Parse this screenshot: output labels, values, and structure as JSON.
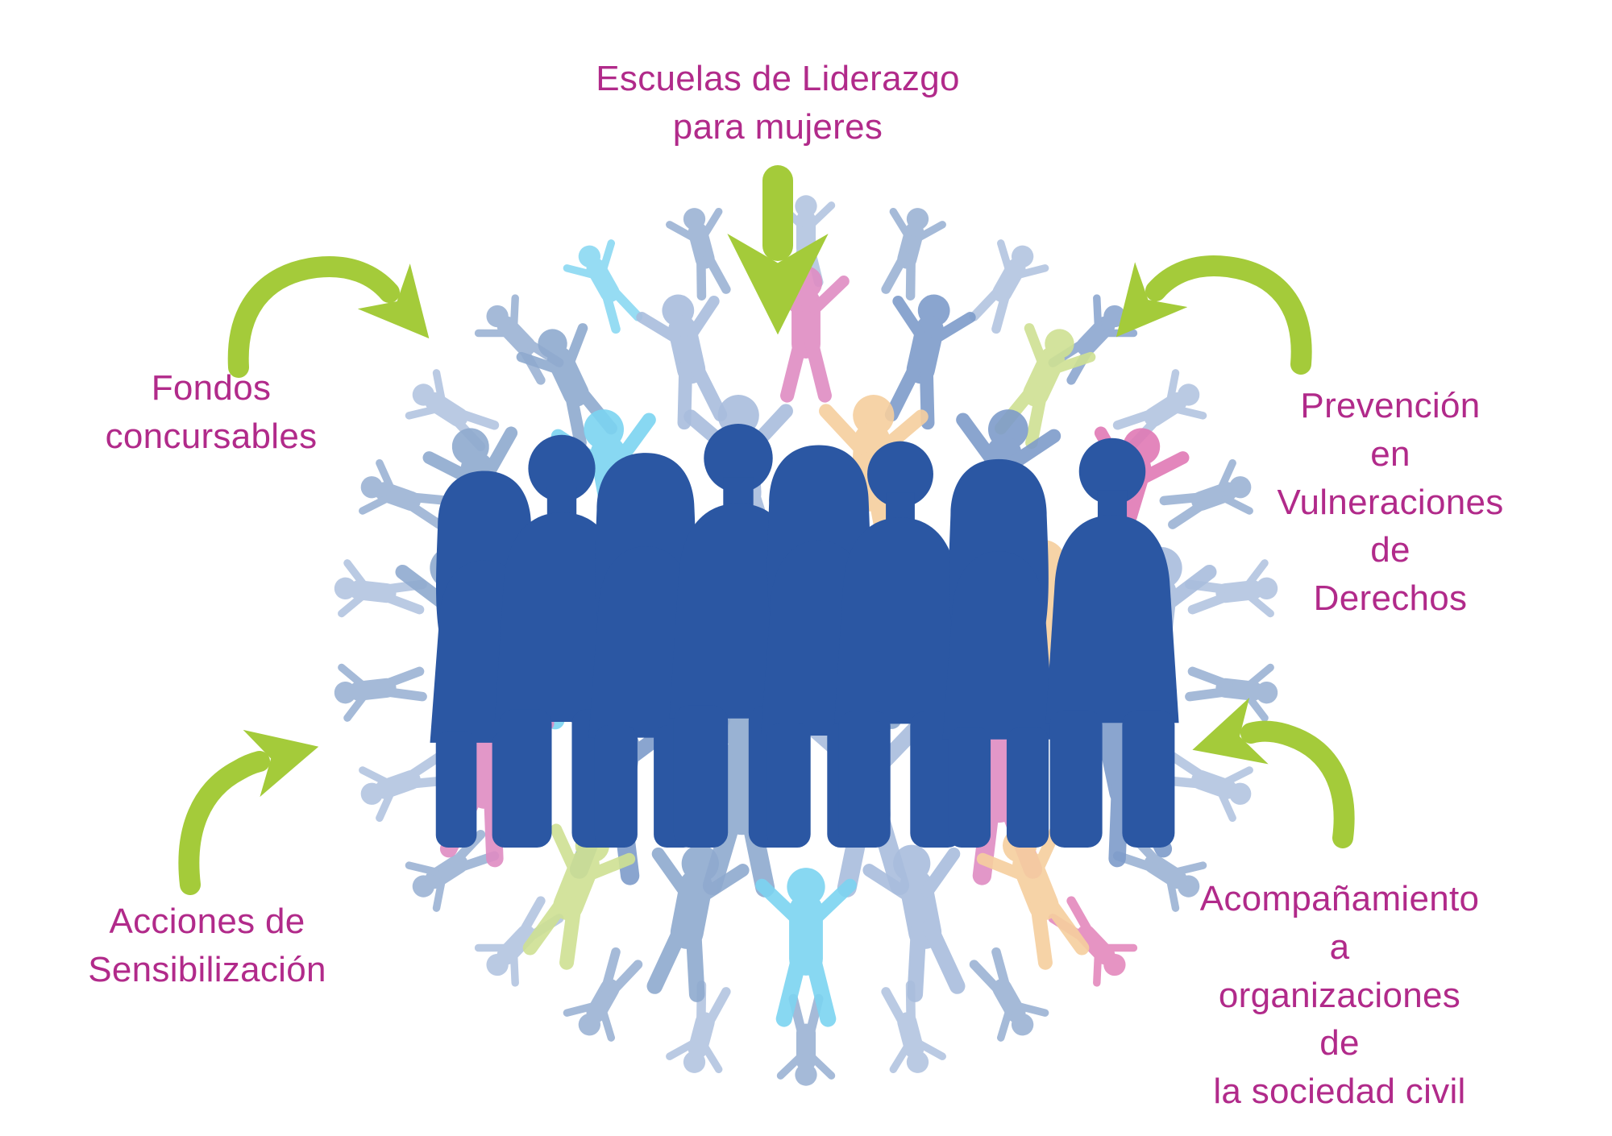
{
  "palette": {
    "magenta": "#b12a8a",
    "green": "#a4cb3a",
    "navy": "#2b57a3",
    "rim": "#8faacf",
    "rim_alt": "#a9bddd",
    "figure_cycle": [
      "#8faacf",
      "#a9bddd",
      "#df8cc3",
      "#7e9cca",
      "#cfe193",
      "#8faacf",
      "#7cd4f1",
      "#a9bddd",
      "#f6cf9e",
      "#7e9cca",
      "#e07ab5",
      "#8faacf",
      "#7cd4f1",
      "#a9bddd",
      "#cfe193",
      "#8faacf",
      "#f6cf9e",
      "#a9bddd",
      "#df8cc3",
      "#7e9cca"
    ]
  },
  "labels": {
    "top": "Escuelas de Liderazgo\npara mujeres",
    "left": "Fondos\nconcursables",
    "right": "Prevención en\nVulneraciones de\nDerechos",
    "bottom_left": "Acciones de\nSensibilización",
    "bottom_right": "Acompañamiento a\norganizaciones de\nla sociedad civil"
  },
  "icons": {
    "top_arrow": "straight-down-arrow",
    "top_left_arrow": "curved-swoosh-arrow",
    "top_right_arrow": "curved-swoosh-arrow",
    "bottom_left_arrow": "curved-swoosh-arrow",
    "bottom_right_arrow": "curved-swoosh-arrow",
    "globe": "globe-of-people-pictograms",
    "center_group": "community-group-silhouette"
  }
}
